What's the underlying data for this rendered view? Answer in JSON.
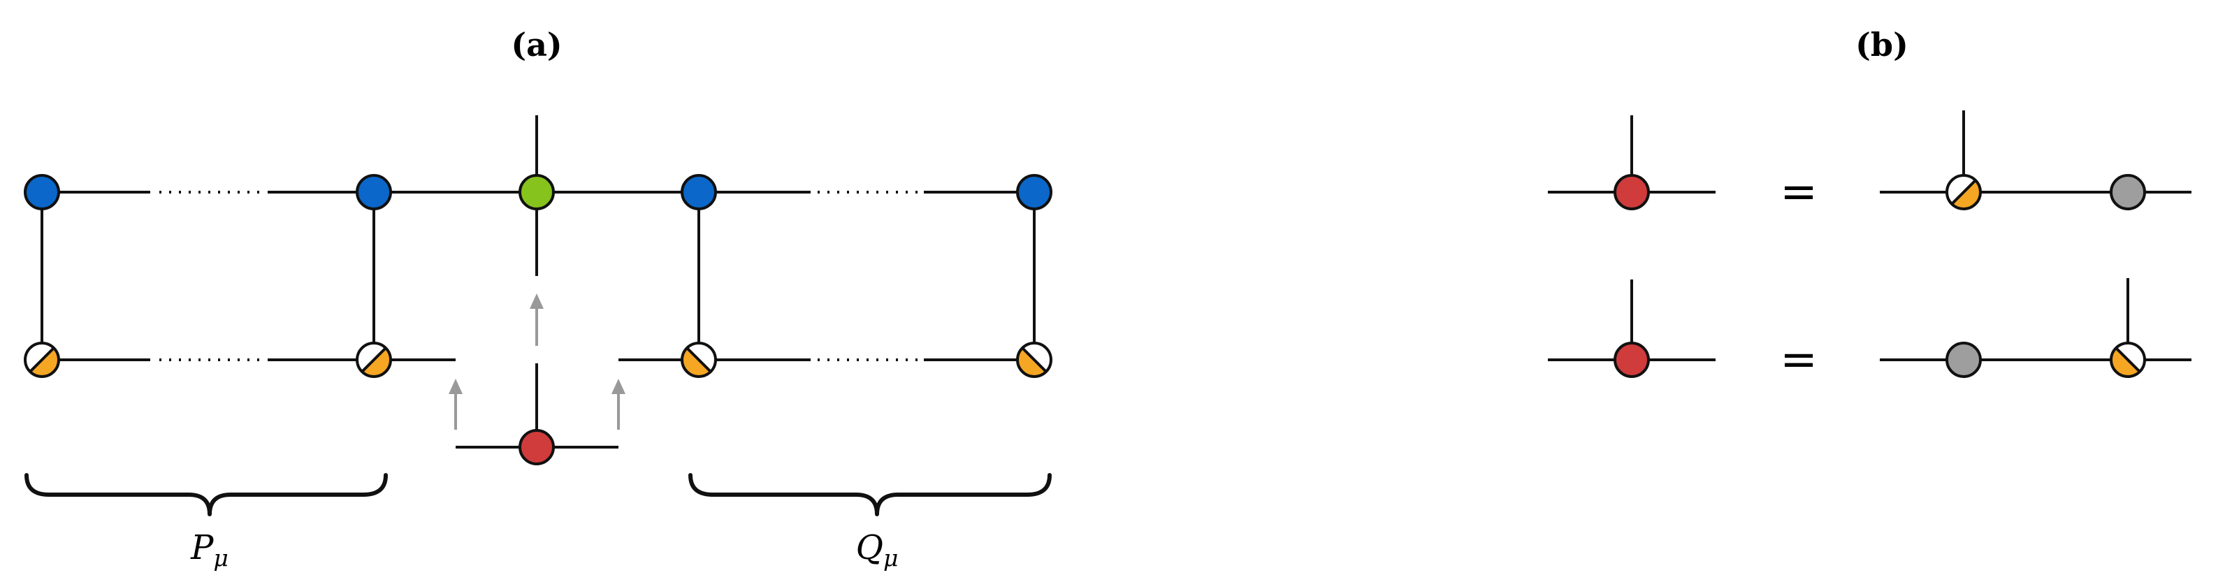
{
  "panels": {
    "a": "(a)",
    "b": "(b)"
  },
  "labels": {
    "p_main": "P",
    "p_sub": "μ",
    "q_main": "Q",
    "q_sub": "μ"
  },
  "equations": {
    "eq1": "=",
    "eq2": "="
  },
  "colors": {
    "blue": "#0b67c9",
    "green": "#86c31c",
    "red": "#d03b3b",
    "orange": "#f5a623",
    "gray": "#9e9e9e",
    "white": "#ffffff",
    "line": "#111111",
    "arrow": "#999999"
  }
}
